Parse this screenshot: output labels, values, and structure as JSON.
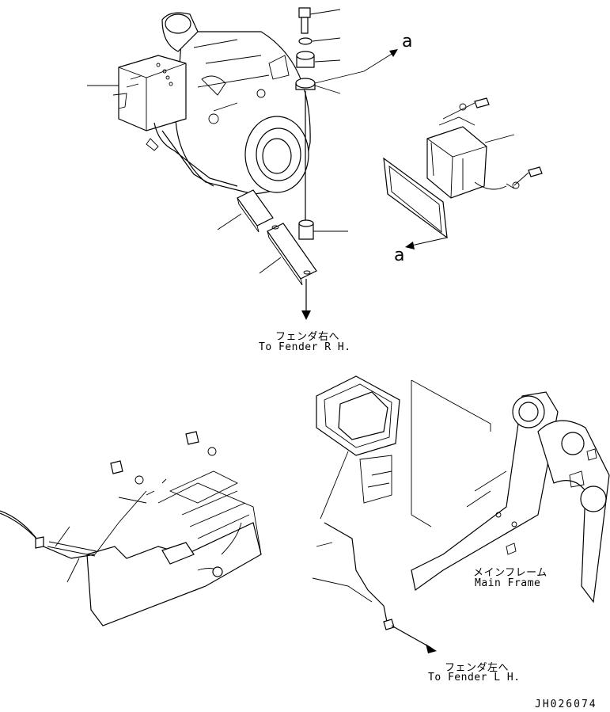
{
  "callouts": {
    "a_top": "a",
    "a_bottom": "a"
  },
  "labels": {
    "fender_rh_jp": "フェンダ右へ",
    "fender_rh_en": "To Fender R H.",
    "main_frame_jp": "メインフレーム",
    "main_frame_en": "Main Frame",
    "fender_lh_jp": "フェンダ左へ",
    "fender_lh_en": "To Fender L H."
  },
  "drawing_number": "JH026074"
}
